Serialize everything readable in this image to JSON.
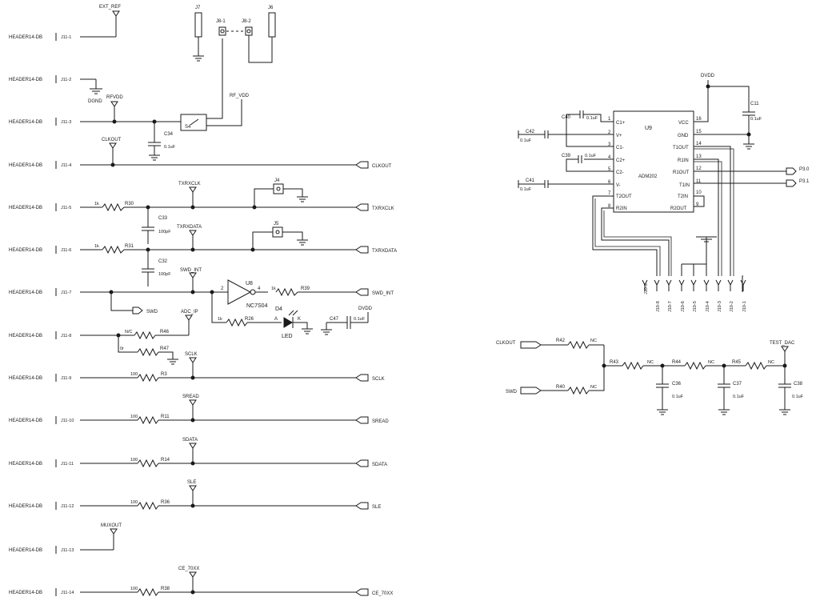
{
  "header_rows": [
    {
      "connector": "HEADER14-DB",
      "pin": "J11-1"
    },
    {
      "connector": "HEADER14-DB",
      "pin": "J11-2"
    },
    {
      "connector": "HEADER14-DB",
      "pin": "J11-3"
    },
    {
      "connector": "HEADER14-DB",
      "pin": "J11-4"
    },
    {
      "connector": "HEADER14-DB",
      "pin": "J11-5"
    },
    {
      "connector": "HEADER14-DB",
      "pin": "J11-6"
    },
    {
      "connector": "HEADER14-DB",
      "pin": "J11-7"
    },
    {
      "connector": "HEADER14-DB",
      "pin": "J11-8"
    },
    {
      "connector": "HEADER14-DB",
      "pin": "J11-9"
    },
    {
      "connector": "HEADER14-DB",
      "pin": "J11-10"
    },
    {
      "connector": "HEADER14-DB",
      "pin": "J11-11"
    },
    {
      "connector": "HEADER14-DB",
      "pin": "J11-12"
    },
    {
      "connector": "HEADER14-DB",
      "pin": "J11-13"
    },
    {
      "connector": "HEADER14-DB",
      "pin": "J11-14"
    }
  ],
  "net_labels": {
    "ext_ref": "EXT_REF",
    "rfvdd": "RFVDD",
    "dgnd": "DGND",
    "rf_vdd": "RF_VDD",
    "clkout": "CLKOUT",
    "txrxclk": "TXRXCLK",
    "txrxdata": "TXRXDATA",
    "swd_int": "SWD_INT",
    "swd": "SWD",
    "adc_ip": "ADC_IP",
    "sclk": "SCLK",
    "sread": "SREAD",
    "sdata": "SDATA",
    "sle": "SLE",
    "muxout": "MUXOUT",
    "ce_70xx": "CE_70XX",
    "dvdd": "DVDD",
    "dvdd2": "DVDD",
    "test_dac": "TEST_DAC"
  },
  "jumpers": {
    "j7": "J7",
    "j8_1": "J8-1",
    "j8_2": "J8-2",
    "j6": "J6",
    "j4": "J4",
    "j5": "J5"
  },
  "switch": {
    "ref": "S4"
  },
  "resistors": {
    "r30": {
      "ref": "R30",
      "value": "1k"
    },
    "r31": {
      "ref": "R31",
      "value": "1k"
    },
    "r39": {
      "ref": "R39",
      "value": "1k"
    },
    "r26": {
      "ref": "R26",
      "value": "1k"
    },
    "r46": {
      "ref": "R46",
      "value": "N/C"
    },
    "r47": {
      "ref": "R47",
      "value": "0r"
    },
    "r3": {
      "ref": "R3",
      "value": "100"
    },
    "r11": {
      "ref": "R11",
      "value": "100"
    },
    "r14": {
      "ref": "R14",
      "value": "100"
    },
    "r36": {
      "ref": "R36",
      "value": "100"
    },
    "r38": {
      "ref": "R38",
      "value": "100"
    },
    "r42": {
      "ref": "R42",
      "value": "NC"
    },
    "r40": {
      "ref": "R40",
      "value": "NC"
    },
    "r43": {
      "ref": "R43",
      "value": "NC"
    },
    "r44": {
      "ref": "R44",
      "value": "NC"
    },
    "r45": {
      "ref": "R45",
      "value": "NC"
    }
  },
  "capacitors": {
    "c34": {
      "ref": "C34",
      "value": "0.1uF"
    },
    "c33": {
      "ref": "C33",
      "value": "100pF"
    },
    "c32": {
      "ref": "C32",
      "value": "100pF"
    },
    "c47": {
      "ref": "C47",
      "value": "0.1uF"
    },
    "c40": {
      "ref": "C40",
      "value": "0.1uF"
    },
    "c42": {
      "ref": "C42",
      "value": "0.1uF"
    },
    "c39": {
      "ref": "C39",
      "value": "0.1uF"
    },
    "c41": {
      "ref": "C41",
      "value": "0.1uF"
    },
    "c11": {
      "ref": "C11",
      "value": "0.1uF"
    },
    "c36": {
      "ref": "C36",
      "value": "0.1uF"
    },
    "c37": {
      "ref": "C37",
      "value": "0.1uF"
    },
    "c38": {
      "ref": "C38",
      "value": "0.1uF"
    }
  },
  "u8": {
    "ref": "U8",
    "part": "NC7S04",
    "pin_in": "2",
    "pin_out": "4"
  },
  "d4": {
    "ref": "D4",
    "part": "LED",
    "anode": "A",
    "cathode": "K"
  },
  "u9": {
    "ref": "U9",
    "part": "ADM202",
    "left_pins": [
      {
        "num": "1",
        "name": "C1+"
      },
      {
        "num": "2",
        "name": "V+"
      },
      {
        "num": "3",
        "name": "C1-"
      },
      {
        "num": "4",
        "name": "C2+"
      },
      {
        "num": "5",
        "name": "C2-"
      },
      {
        "num": "6",
        "name": "V-"
      },
      {
        "num": "7",
        "name": "T2OUT"
      },
      {
        "num": "8",
        "name": "R2IN"
      }
    ],
    "right_pins": [
      {
        "num": "16",
        "name": "VCC"
      },
      {
        "num": "15",
        "name": "GND"
      },
      {
        "num": "14",
        "name": "T1OUT"
      },
      {
        "num": "13",
        "name": "R1IN"
      },
      {
        "num": "12",
        "name": "R1OUT"
      },
      {
        "num": "11",
        "name": "T1IN"
      },
      {
        "num": "10",
        "name": "T2IN"
      },
      {
        "num": "9",
        "name": "R2OUT"
      }
    ]
  },
  "ports": {
    "p30": "P3.0",
    "p31": "P3.1"
  },
  "j10_pins": [
    "J10-9",
    "J10-8",
    "J10-7",
    "J10-6",
    "J10-5",
    "J10-4",
    "J10-3",
    "J10-2",
    "J10-1"
  ],
  "net_ports_right": {
    "clkout": "CLKOUT",
    "txrxclk": "TXRXCLK",
    "txrxdata": "TXRXDATA",
    "swd_int": "SWD_INT",
    "sclk": "SCLK",
    "sread": "SREAD",
    "sdata": "SDATA",
    "sle": "SLE",
    "ce_70xx": "CE_70XX",
    "clkout2": "CLKOUT",
    "swd2": "SWD"
  },
  "icons": [
    "ground-icon",
    "resistor-icon",
    "capacitor-icon",
    "inverter-icon",
    "led-icon",
    "switch-icon",
    "test-point-icon",
    "port-arrow-icon"
  ]
}
